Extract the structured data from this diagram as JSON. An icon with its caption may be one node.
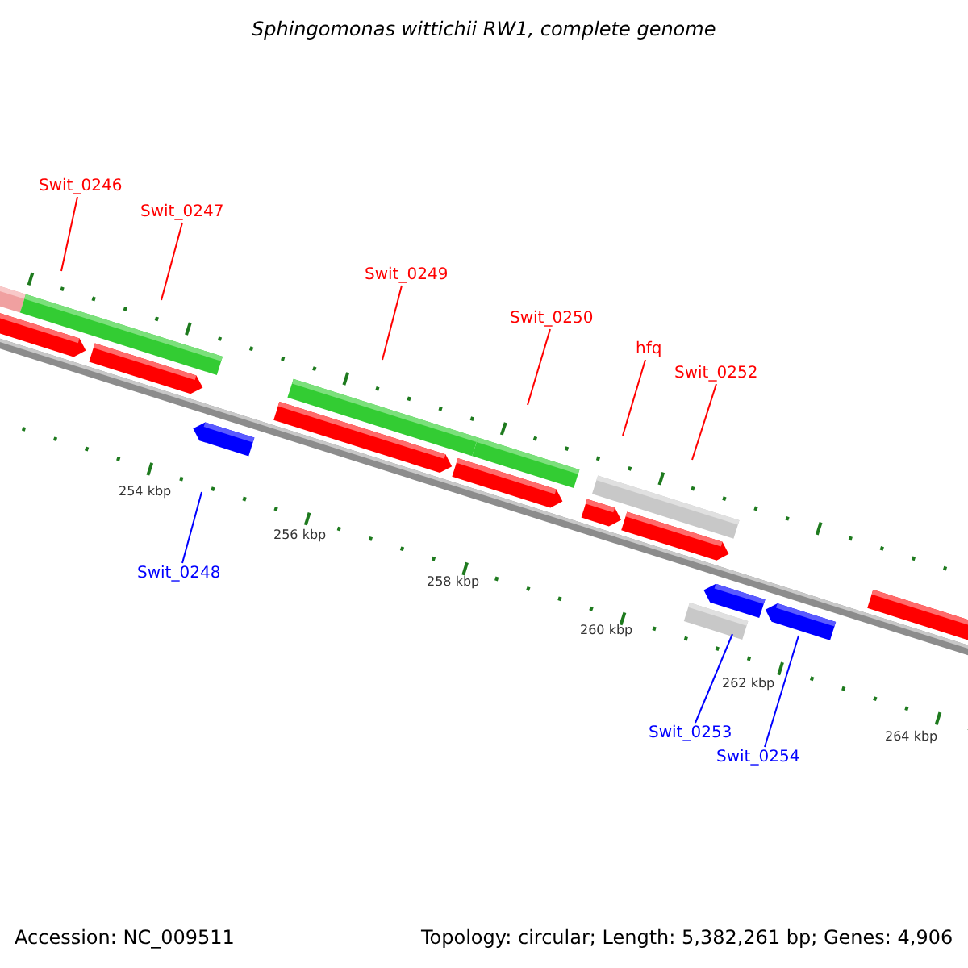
{
  "diagram": {
    "title": "Sphingomonas wittichii RW1, complete genome",
    "nodes": [
      {
        "text": [
          "Swit_0246"
        ]
      },
      {
        "text": [
          "Swit_0247"
        ]
      },
      {
        "text": [
          "Swit_0249"
        ]
      },
      {
        "text": [
          "Swit_0250"
        ]
      },
      {
        "text": [
          "hfq"
        ]
      },
      {
        "text": [
          "Swit_0252"
        ]
      },
      {
        "text": [
          "Swit_0248"
        ]
      },
      {
        "text": [
          "Swit_0253"
        ]
      },
      {
        "text": [
          "Swit_0254"
        ]
      }
    ],
    "edges": [
      {
        "from": 0,
        "to": null,
        "arrow": "none"
      },
      {
        "from": 1,
        "to": null,
        "arrow": "none"
      },
      {
        "from": 2,
        "to": null,
        "arrow": "none"
      },
      {
        "from": 3,
        "to": null,
        "arrow": "none"
      },
      {
        "from": 4,
        "to": null,
        "arrow": "none"
      },
      {
        "from": 5,
        "to": null,
        "arrow": "none"
      },
      {
        "from": 6,
        "to": null,
        "arrow": "none",
        "color": "#0000ff"
      },
      {
        "from": 7,
        "to": null,
        "arrow": "none",
        "color": "#0000ff"
      },
      {
        "from": 8,
        "to": null,
        "arrow": "none",
        "color": "#0000ff"
      }
    ],
    "labels": [
      "254 kbp",
      "256 kbp",
      "258 kbp",
      "260 kbp",
      "262 kbp",
      "264 kbp",
      "Accession: NC_009511",
      "Topology: circular; Length: 5,382,261 bp; Genes: 4,906"
    ]
  }
}
